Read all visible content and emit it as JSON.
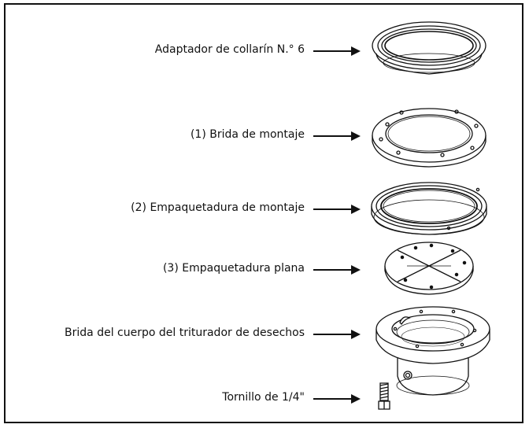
{
  "labels": {
    "collar_adapter": "Adaptador de collarín N.° 6",
    "mounting_flange": "(1) Brida de montaje",
    "mounting_gasket": "(2) Empaquetadura de montaje",
    "flat_gasket": "(3) Empaquetadura plana",
    "body_flange": "Brida del cuerpo del triturador de desechos",
    "screw": "Tornillo de 1/4\""
  }
}
